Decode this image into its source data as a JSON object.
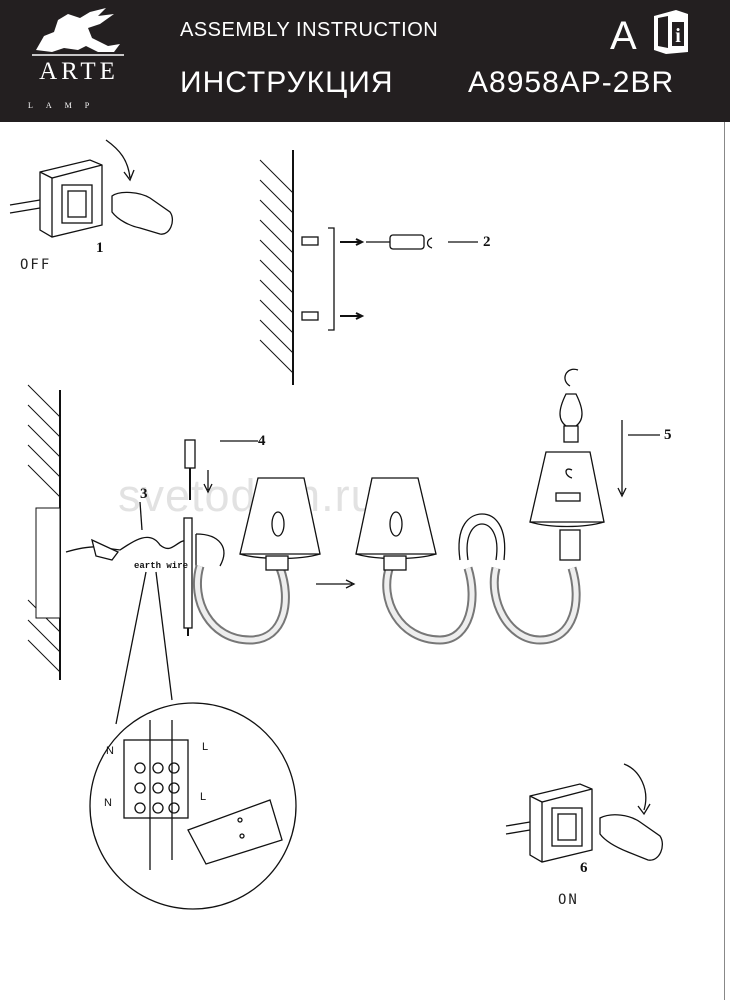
{
  "header": {
    "brand": "ARTE",
    "brand_sub": "LAMP",
    "title_en": "ASSEMBLY INSTRUCTION",
    "title_ru": "ИНСТРУКЦИЯ",
    "model": "A8958AP-2BR",
    "letter": "A"
  },
  "steps": {
    "s1": "1",
    "s2": "2",
    "s3": "3",
    "s4": "4",
    "s5": "5",
    "s6": "6"
  },
  "labels": {
    "off": "OFF",
    "on": "ON",
    "earth_wire": "earth wire"
  },
  "watermark": "svetodom.ru",
  "icons": [
    "griffin-logo-icon",
    "book-info-icon"
  ]
}
